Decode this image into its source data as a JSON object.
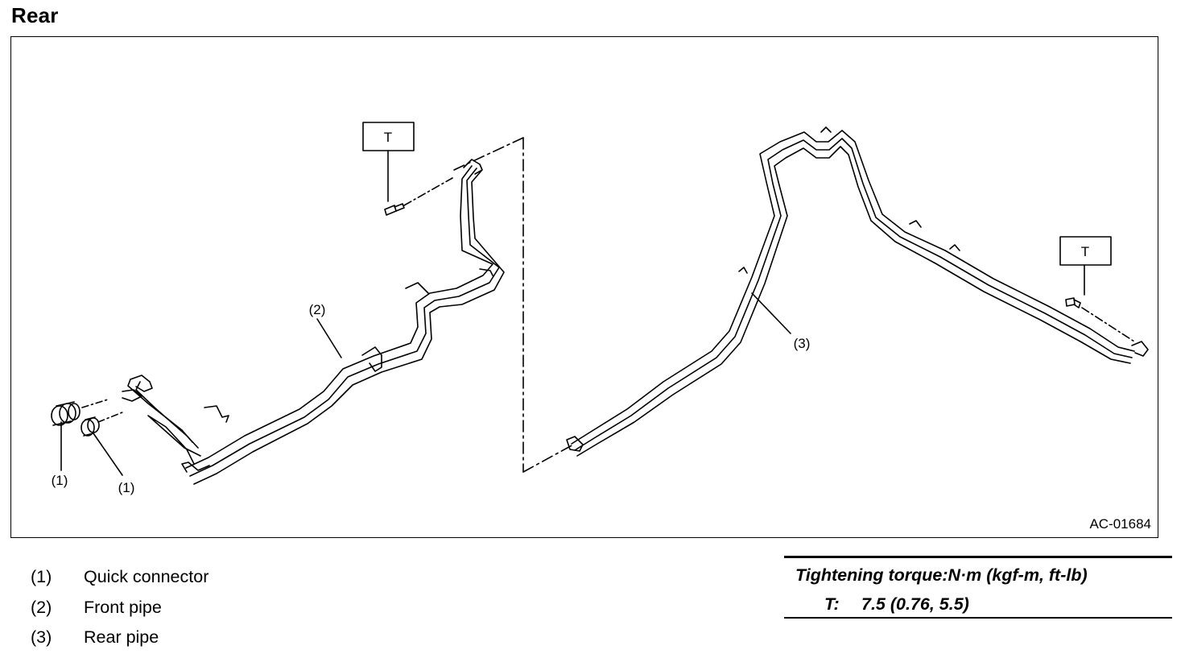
{
  "heading": "Rear",
  "figure": {
    "figure_id": "AC-01684",
    "callout_tag": "T",
    "labels": {
      "front_pipe": "(2)",
      "rear_pipe": "(3)",
      "connector_a": "(1)",
      "connector_b": "(1)"
    }
  },
  "legend": [
    {
      "num": "(1)",
      "text": "Quick connector"
    },
    {
      "num": "(2)",
      "text": "Front pipe"
    },
    {
      "num": "(3)",
      "text": "Rear pipe"
    }
  ],
  "torque": {
    "heading": "Tightening torque:N·m (kgf-m, ft-lb)",
    "key": "T:",
    "value": "7.5 (0.76, 5.5)"
  }
}
